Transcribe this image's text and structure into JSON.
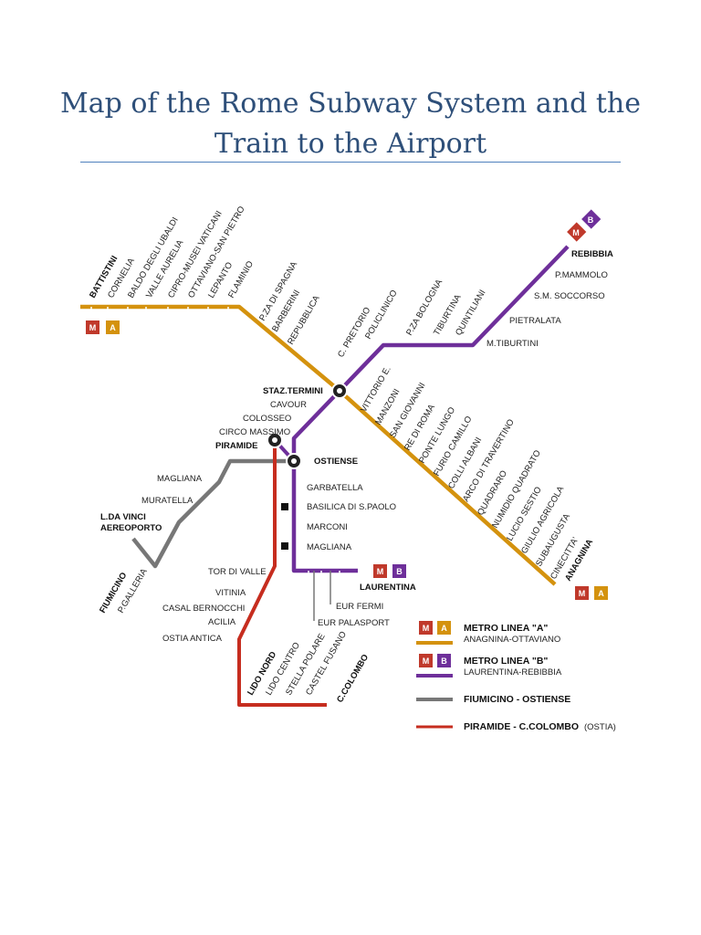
{
  "title": "Map of the Rome Subway System and the Train to the Airport",
  "colors": {
    "line_a": "#d4920e",
    "line_b": "#6e2f9a",
    "fiumicino": "#777777",
    "ostia": "#c62d1f",
    "badge_m": "#c0392b",
    "badge_a": "#d4920e",
    "badge_b": "#6e2f9a",
    "title": "#2e4f79"
  },
  "badges": {
    "m": "M",
    "a": "A",
    "b": "B"
  },
  "line_a_stations": {
    "battistini": "BATTISTINI",
    "cornelia": "CORNELIA",
    "baldo": "BALDO DEGLI UBALDI",
    "valle": "VALLE AURELIA",
    "cipro": "CIPRO-MUSEI VATICANI",
    "ottaviano": "OTTAVIANO-SAN PIETRO",
    "lepanto": "LEPANTO",
    "flaminio": "FLAMINIO",
    "spagna": "P.ZA DI SPAGNA",
    "barberini": "BARBERINI",
    "repubblica": "REPUBBLICA",
    "termini": "STAZ.TERMINI",
    "vittorio": "VITTORIO E.",
    "manzoni": "MANZONI",
    "san_giovanni": "SAN GIOVANNI",
    "re_di_roma": "RE DI ROMA",
    "ponte_lungo": "PONTE LUNGO",
    "furio_camillo": "FURIO CAMILLO",
    "colli_albani": "COLLI ALBANI",
    "arco": "ARCO DI TRAVERTINO",
    "numidio": "NUMIDIO QUADRATO",
    "quadraro": "QUADRARO",
    "lucio": "LUCIO SESTIO",
    "giulio": "GIULIO AGRICOLA",
    "subaugusta": "SUBAUGUSTA",
    "cinecitta": "CINECITTA'",
    "anagnina": "ANAGNINA"
  },
  "line_b_stations": {
    "rebibbia": "REBIBBIA",
    "mammolo": "P.MAMMOLO",
    "soccorso": "S.M. SOCCORSO",
    "pietralata": "PIETRALATA",
    "tiburtini": "M.TIBURTINI",
    "quintiliani": "QUINTILIANI",
    "tiburtina": "TIBURTINA",
    "bologna": "P.ZA BOLOGNA",
    "policlinico": "POLICLINICO",
    "pretorio": "C. PRETORIO",
    "cavour": "CAVOUR",
    "colosseo": "COLOSSEO",
    "circo": "CIRCO MASSIMO",
    "piramide": "PIRAMIDE",
    "ostiense": "OSTIENSE",
    "garbatella": "GARBATELLA",
    "basilica": "BASILICA DI S.PAOLO",
    "marconi": "MARCONI",
    "magliana": "MAGLIANA",
    "laurentina": "LAURENTINA",
    "eur_fermi": "EUR FERMI",
    "eur_palasport": "EUR PALASPORT"
  },
  "fiumicino_stations": {
    "magliana": "MAGLIANA",
    "muratella": "MURATELLA",
    "ldavinci_1": "L.DA VINCI",
    "ldavinci_2": "AEREOPORTO",
    "fiumicino": "FIUMICINO",
    "galleria": "P.GALLERIA"
  },
  "ostia_stations": {
    "tor_di_valle": "TOR DI VALLE",
    "vitinia": "VITINIA",
    "casal": "CASAL BERNOCCHI",
    "acilia": "ACILIA",
    "ostia_antica": "OSTIA ANTICA",
    "lido_nord": "LIDO NORD",
    "lido_centro": "LIDO CENTRO",
    "stella": "STELLA POLARE",
    "castel": "CASTEL FUSANO",
    "colombo": "C.COLOMBO"
  },
  "legend": {
    "a_title": "METRO LINEA \"A\"",
    "a_sub": "ANAGNINA-OTTAVIANO",
    "b_title": "METRO LINEA \"B\"",
    "b_sub": "LAURENTINA-REBIBBIA",
    "fiumicino": "FIUMICINO - OSTIENSE",
    "ostia": "PIRAMIDE - C.COLOMBO",
    "ostia_suffix": "(OSTIA)"
  }
}
